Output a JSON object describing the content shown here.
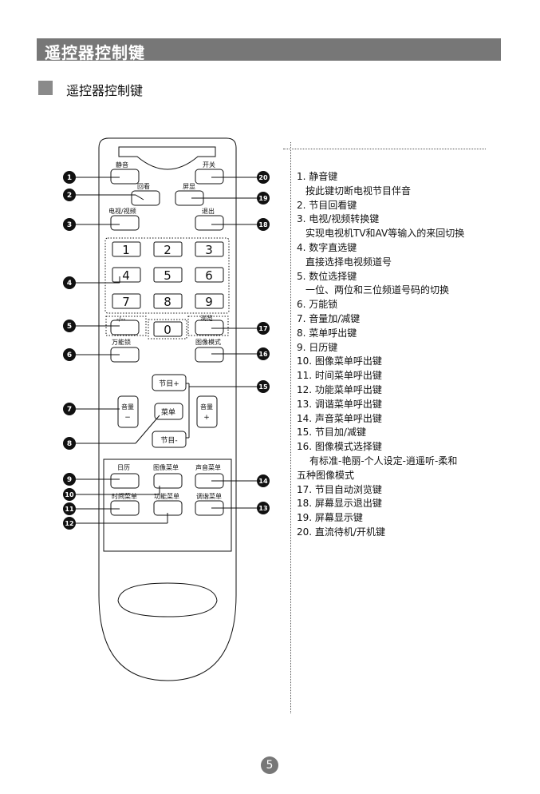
{
  "header": {
    "title": "遥控器控制键"
  },
  "section": {
    "title": "遥控器控制键"
  },
  "remote": {
    "labels": {
      "mute": "静音",
      "power": "开关",
      "recall": "回看",
      "display": "屏显",
      "tv_av": "电视/视频",
      "exit": "退出",
      "digit_switch": "-/--",
      "browse": "浏览",
      "lock": "万能锁",
      "picture_mode": "图像模式",
      "ch_up": "节目+",
      "ch_down": "节目-",
      "vol_minus": "音量",
      "vol_plus": "音量",
      "minus_sign": "−",
      "plus_sign": "+",
      "menu": "菜单",
      "calendar": "日历",
      "picture_menu": "图像菜单",
      "sound_menu": "声音菜单",
      "time_menu": "时间菜单",
      "function_menu": "功能菜单",
      "tuning_menu": "调谐菜单"
    },
    "digits": [
      "1",
      "2",
      "3",
      "4",
      "5",
      "6",
      "7",
      "8",
      "9",
      "0"
    ],
    "callouts": [
      "1",
      "2",
      "3",
      "4",
      "5",
      "6",
      "7",
      "8",
      "9",
      "10",
      "11",
      "12",
      "13",
      "14",
      "15",
      "16",
      "17",
      "18",
      "19",
      "20"
    ]
  },
  "descriptions": [
    "1. 静音键",
    "按此键切断电视节目伴音",
    "2. 节目回看键",
    "3. 电视/视频转换键",
    "实现电视机TV和AV等输入的来回切换",
    "4. 数字直选键",
    "直接选择电视频道号",
    "5. 数位选择键",
    "一位、两位和三位频道号码的切换",
    "6. 万能锁",
    "7. 音量加/减键",
    "8. 菜单呼出键",
    "9. 日历键",
    "10. 图像菜单呼出键",
    "11. 时间菜单呼出键",
    "12. 功能菜单呼出键",
    "13. 调谐菜单呼出键",
    "14. 声音菜单呼出键",
    "15. 节目加/减键",
    "16. 图像模式选择键",
    "有标准-艳丽-个人设定-逍遥听-柔和",
    "五种图像模式",
    "17. 节目自动浏览键",
    "18. 屏幕显示退出键",
    "19. 屏幕显示键",
    "20. 直流待机/开机键"
  ],
  "page": {
    "number": "5"
  }
}
